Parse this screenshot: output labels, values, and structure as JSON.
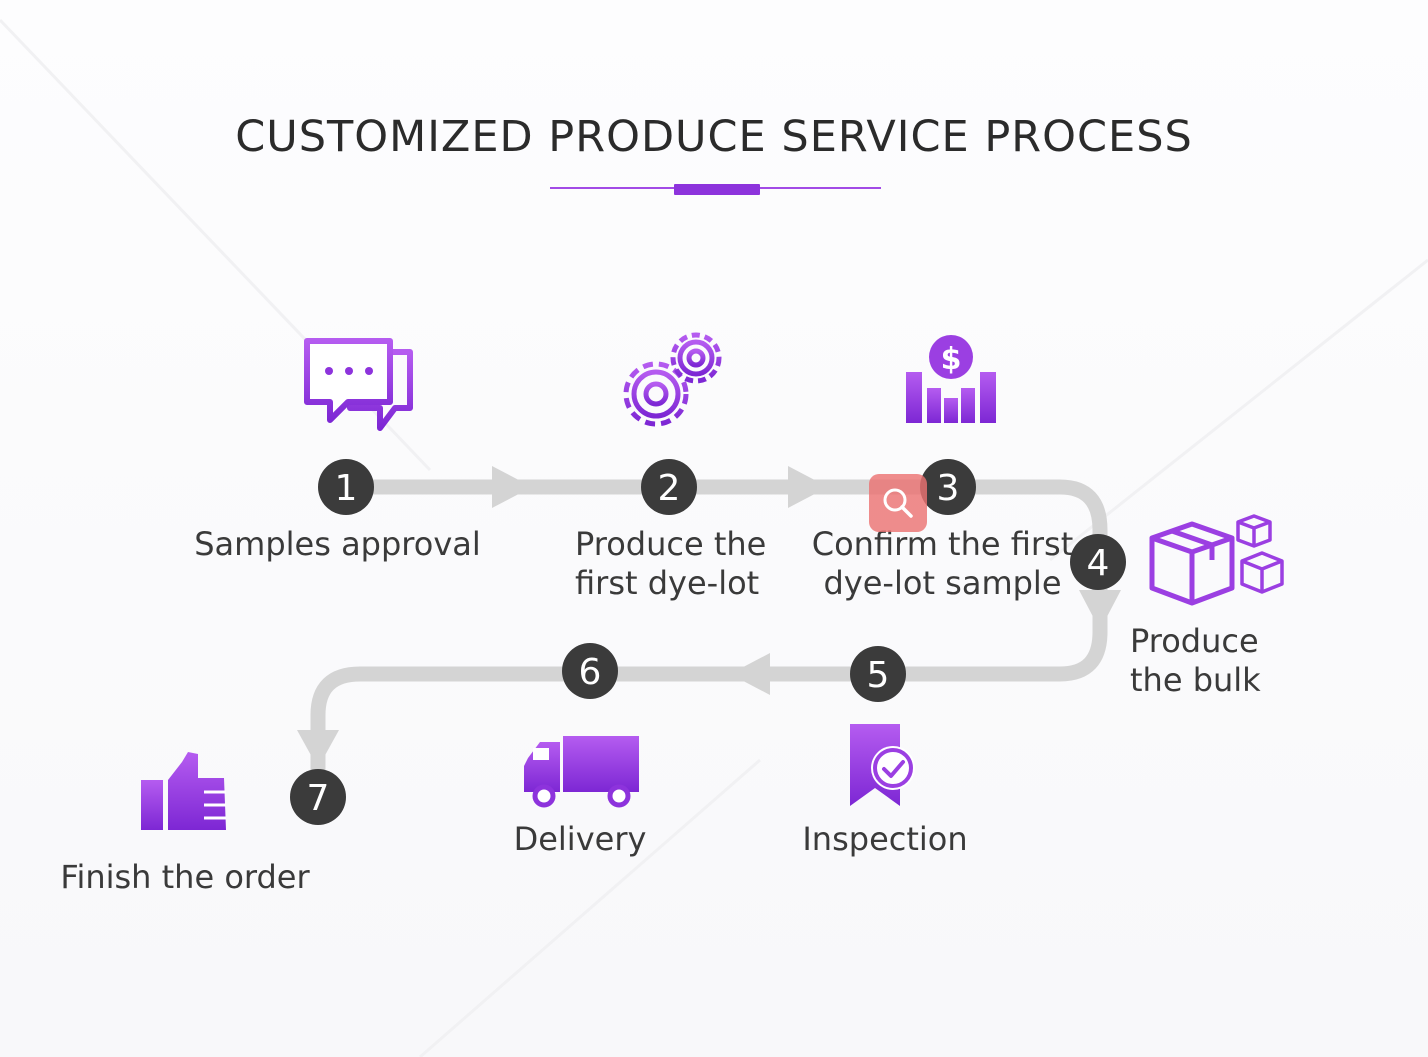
{
  "title": "CUSTOMIZED PRODUCE SERVICE PROCESS",
  "colors": {
    "accent": "#8d33dc",
    "icon_purple": "#a24be6",
    "step_circle": "#3b3b3b",
    "path_gray": "#d4d4d4",
    "zoom_button": "#ec7373"
  },
  "steps": [
    {
      "number": "1",
      "label": "Samples approval",
      "icon": "chat-bubbles-icon"
    },
    {
      "number": "2",
      "label": "Produce the\nfirst dye-lot",
      "icon": "gears-icon"
    },
    {
      "number": "3",
      "label": "Confirm the first\ndye-lot sample",
      "icon": "dollar-chart-icon"
    },
    {
      "number": "4",
      "label": "Produce\nthe bulk",
      "icon": "boxes-icon"
    },
    {
      "number": "5",
      "label": "Inspection",
      "icon": "ribbon-check-icon"
    },
    {
      "number": "6",
      "label": "Delivery",
      "icon": "truck-icon"
    },
    {
      "number": "7",
      "label": "Finish the order",
      "icon": "thumbs-up-icon"
    }
  ],
  "overlay": {
    "zoom_icon": "search-icon"
  }
}
